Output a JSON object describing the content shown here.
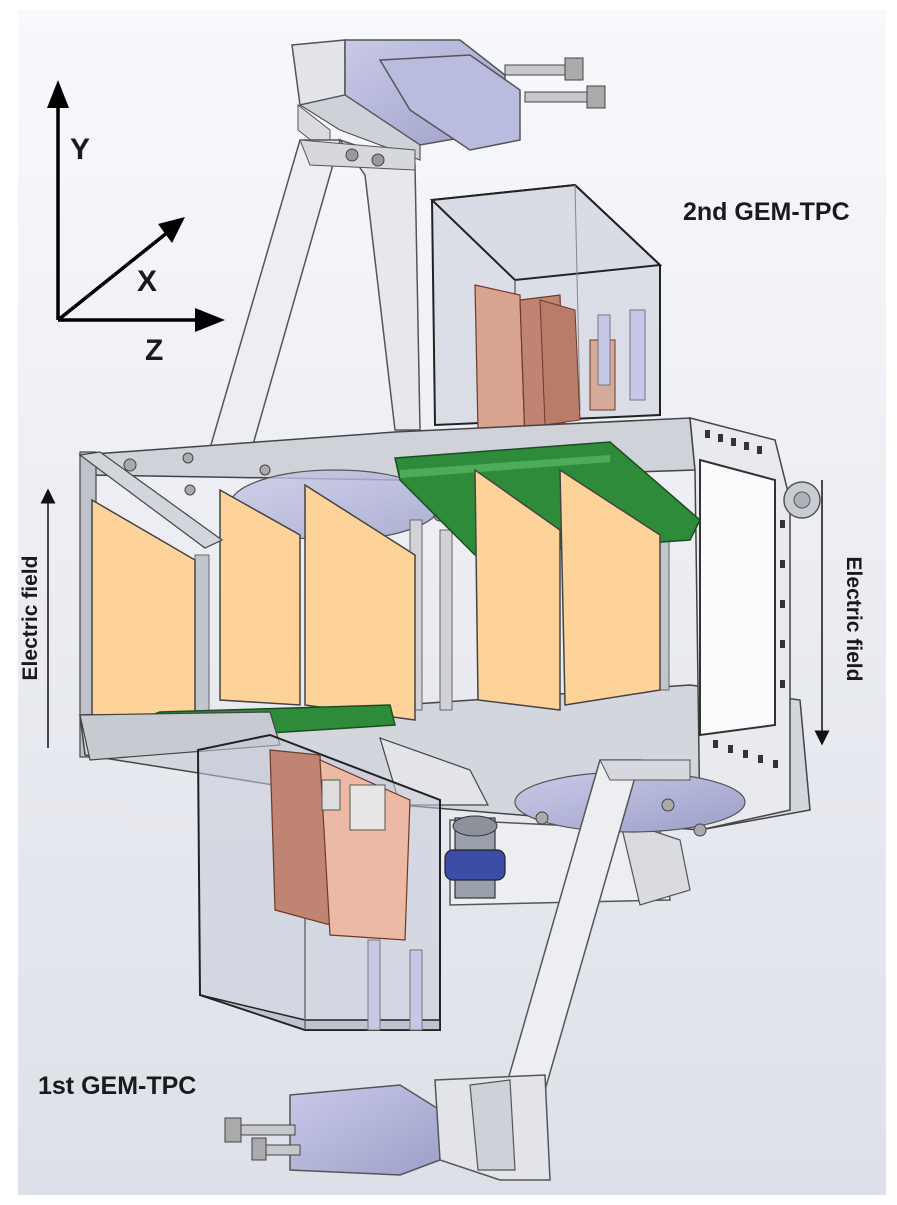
{
  "axes": {
    "y_label": "Y",
    "x_label": "X",
    "z_label": "Z"
  },
  "detectors": {
    "first_label": "1st GEM-TPC",
    "second_label": "2nd GEM-TPC"
  },
  "electric_field": {
    "left_label": "Electric field",
    "right_label": "Electric field"
  },
  "colors": {
    "background_top": "#f6f7fb",
    "background_bottom": "#dfe2ea",
    "frame_grey": "#c9cbd3",
    "frame_dark": "#8a8d96",
    "gem_foil": "#fdd39a",
    "pcb_green": "#2e8b3a",
    "copper": "#c98f7a",
    "lavender": "#b7b8dc",
    "glass": "#c7cad8"
  }
}
